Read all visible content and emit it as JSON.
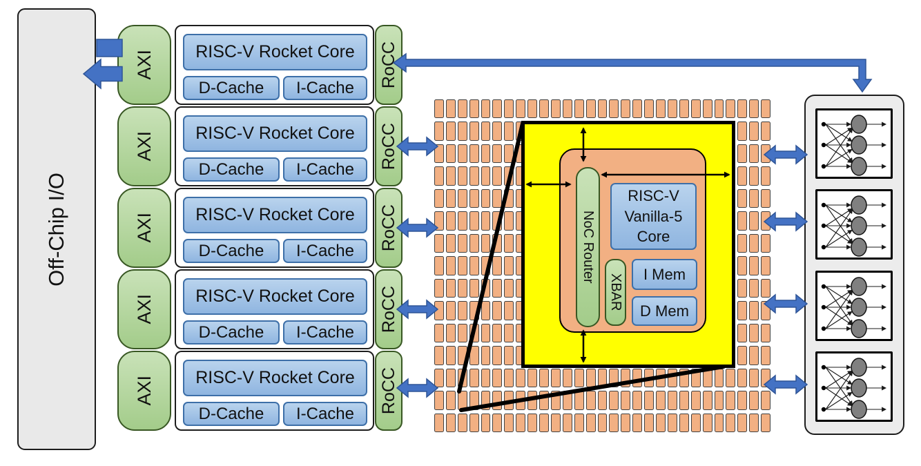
{
  "diagram": {
    "offchip_label": "Off-Chip I/O",
    "host_cores": {
      "count": 5,
      "axi_label": "AXI",
      "rocc_label": "RoCC",
      "core_label": "RISC-V Rocket Core",
      "dcache_label": "D-Cache",
      "icache_label": "I-Cache"
    },
    "manycore_array": {
      "cols": 29,
      "rows": 15
    },
    "tile_detail": {
      "noc_router_label": "NoC Router",
      "xbar_label": "XBAR",
      "core_label_lines": [
        "RISC-V",
        "Vanilla-5",
        "Core"
      ],
      "imem_label": "I Mem",
      "dmem_label": "D Mem"
    },
    "nn_panel": {
      "count": 4,
      "inputs_per_box": 3,
      "neurons_per_box": 3
    }
  },
  "colors": {
    "arrow_blue": "#4472c4",
    "arrow_blue_border": "#2f5597",
    "green_fill_top": "#c9e2b8",
    "green_fill_bottom": "#a3cc8a",
    "green_border": "#385723",
    "blue_fill_top": "#b9d3ed",
    "blue_fill_bottom": "#8fb5e0",
    "blue_border": "#3d6fa8",
    "tile_fill": "#f2b083",
    "tile_border": "#404040",
    "highlight_yellow": "#ffff00",
    "panel_gray": "#ececec",
    "neuron_gray": "#808080"
  }
}
